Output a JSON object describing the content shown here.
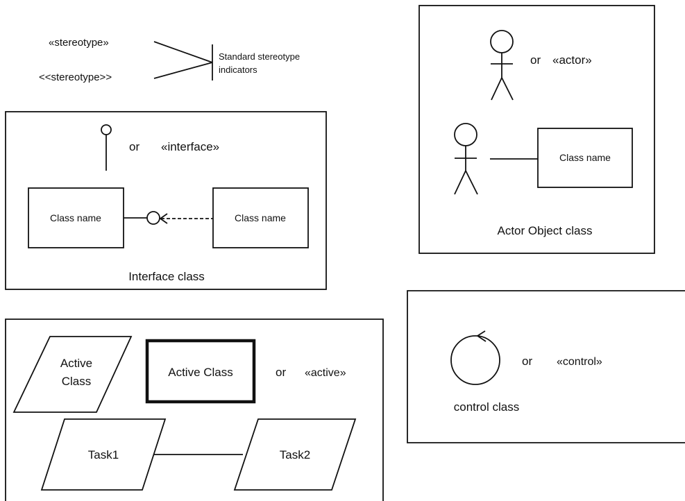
{
  "stereotypes": {
    "guillemet": "«stereotype»",
    "double_angle": "<<stereotype>>",
    "indicator_label_line1": "Standard stereotype",
    "indicator_label_line2": "indicators"
  },
  "interface_panel": {
    "or_text": "or",
    "keyword": "«interface»",
    "left_class": "Class name",
    "right_class": "Class name",
    "caption": "Interface class"
  },
  "actor_panel": {
    "or_text": "or",
    "keyword": "«actor»",
    "class_box": "Class name",
    "caption": "Actor Object class"
  },
  "active_panel": {
    "parallelogram_line1": "Active",
    "parallelogram_line2": "Class",
    "bold_box": "Active Class",
    "or_text": "or",
    "keyword": "«active»",
    "task1": "Task1",
    "task2": "Task2"
  },
  "control_panel": {
    "or_text": "or",
    "keyword": "«control»",
    "caption": "control class"
  }
}
